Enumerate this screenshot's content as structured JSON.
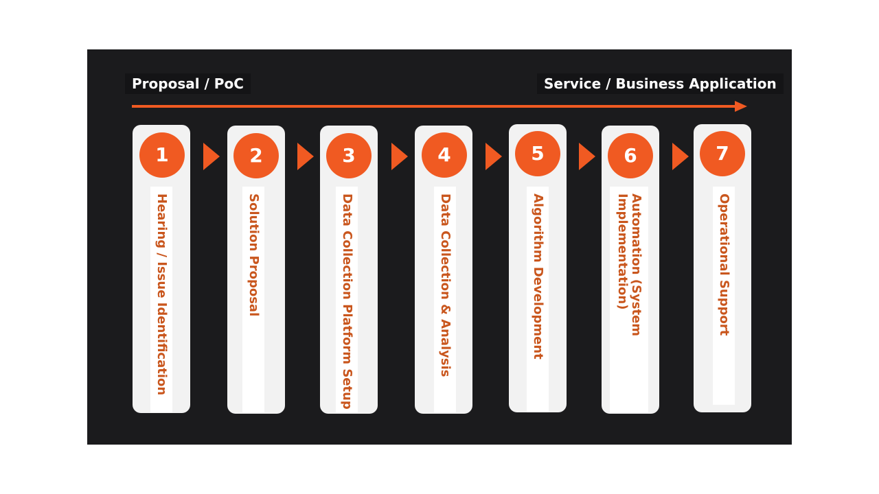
{
  "phases": {
    "start": "Proposal / PoC",
    "end": "Service / Business Application"
  },
  "colors": {
    "accent": "#f05a22",
    "label_text": "#c9561d",
    "panel_bg": "#1b1b1d",
    "card_bg": "#f2f2f2"
  },
  "steps": [
    {
      "number": "1",
      "label": "Hearing / Issue Identification"
    },
    {
      "number": "2",
      "label": "Solution Proposal"
    },
    {
      "number": "3",
      "label": "Data Collection Platform Setup"
    },
    {
      "number": "4",
      "label": "Data Collection & Analysis"
    },
    {
      "number": "5",
      "label": "Algorithm Development"
    },
    {
      "number": "6",
      "label": "Automation (System Implementation)"
    },
    {
      "number": "7",
      "label": "Operational Support"
    }
  ]
}
